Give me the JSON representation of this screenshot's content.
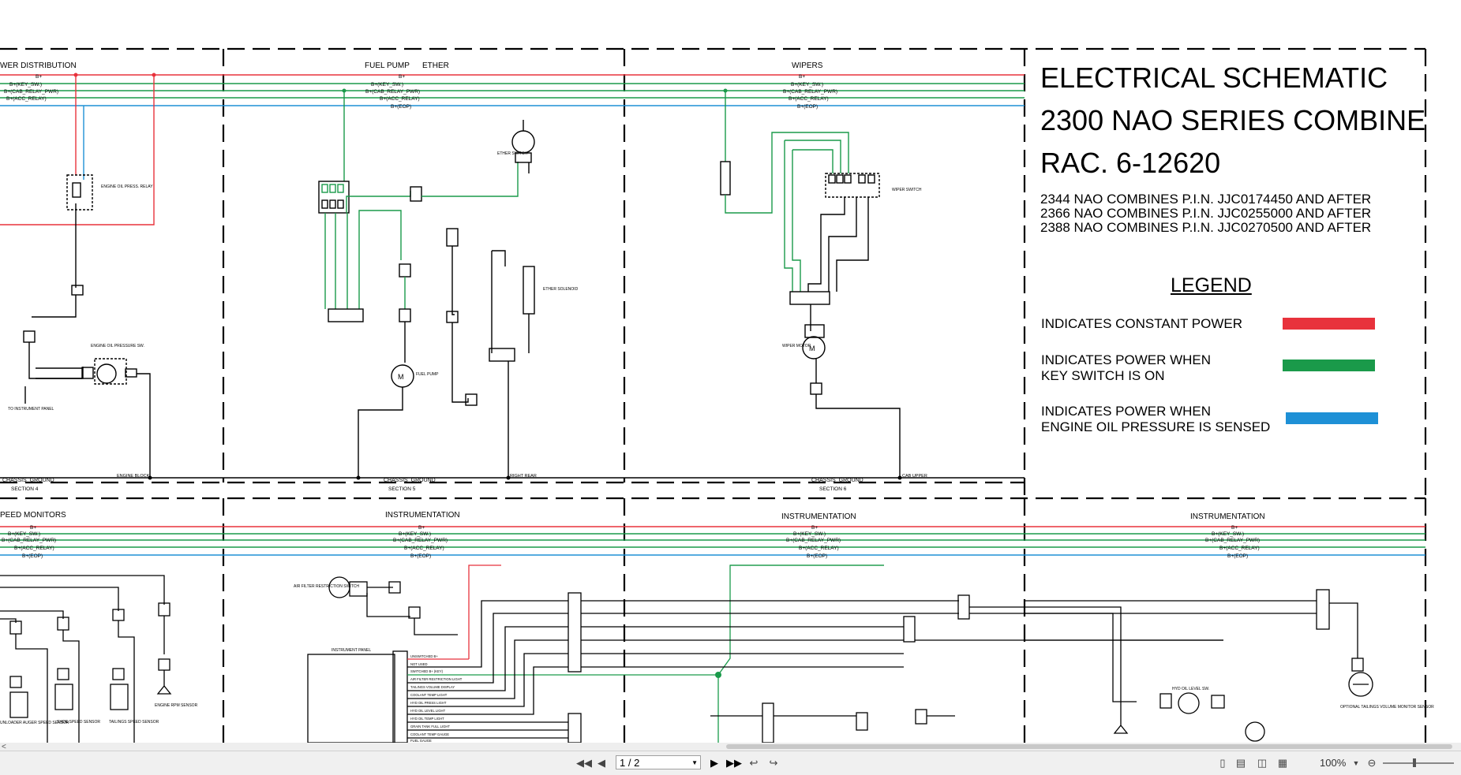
{
  "title_block": {
    "line1": "ELECTRICAL SCHEMATIC",
    "line2": "2300 NAO SERIES COMBINE",
    "line3": "RAC. 6-12620",
    "models": [
      "2344 NAO COMBINES P.I.N. JJC0174450 AND AFTER",
      "2366 NAO COMBINES P.I.N. JJC0255000 AND AFTER",
      "2388 NAO COMBINES P.I.N. JJC0270500 AND AFTER"
    ]
  },
  "legend": {
    "title": "LEGEND",
    "items": [
      {
        "text1": "INDICATES CONSTANT POWER",
        "text2": "",
        "color": "#e8323c"
      },
      {
        "text1": "INDICATES POWER WHEN",
        "text2": "KEY SWITCH IS ON",
        "color": "#1a9a4a"
      },
      {
        "text1": "INDICATES POWER WHEN",
        "text2": "ENGINE OIL PRESSURE IS SENSED",
        "color": "#1e90d6"
      }
    ]
  },
  "colors": {
    "constant": "#e8323c",
    "key": "#1a9a4a",
    "eop": "#1e90d6",
    "wire": "#000000"
  },
  "sections": {
    "top": [
      "WER DISTRIBUTION",
      "FUEL PUMP",
      "ETHER",
      "WIPERS"
    ],
    "bottom": [
      "PEED MONITORS",
      "INSTRUMENTATION",
      "INSTRUMENTATION",
      "INSTRUMENTATION"
    ]
  },
  "bus_labels": [
    "B+",
    "B+(KEY_SW.)",
    "B+(CAB_RELAY_PWR)",
    "B+(ACC_RELAY)",
    "B+(EOP)"
  ],
  "footer_labels": {
    "chassis_ground": "CHASSIS_GROUND",
    "section4": "SECTION 4",
    "section5": "SECTION 5",
    "section6": "SECTION 6",
    "engine_block": "ENGINE BLOCK",
    "right_rear": "RIGHT REAR",
    "cab_upper": "CAB UPPER"
  },
  "components": {
    "engine_oil_relay": "ENGINE OIL PRESS. RELAY",
    "engine_oil_sw": "ENGINE OIL PRESSURE SW.",
    "ether_switch": "ETHER SWITCH",
    "ether_solenoid": "ETHER SOLENOID",
    "fuel_pump": "FUEL PUMP",
    "wiper_switch": "WIPER SWITCH",
    "wiper_motor": "WIPER MOTOR",
    "motor_symbol": "M",
    "air_filter": "AIR FILTER RESTRICTION SWITCH",
    "instrument_panel": "INSTRUMENT PANEL",
    "hyd_oil_level": "HYD OIL LEVEL SW.",
    "tailings_monitor": "OPTIONAL TAILINGS VOLUME MONITOR SENSOR",
    "to_instrument": "TO INSTRUMENT PANEL"
  },
  "instrument_rows": [
    "UNSWITCHED B+",
    "SWITCHED B+ (KEY)",
    "NOT USED",
    "AIR FILTER RESTRICTION LIGHT",
    "TAILINGS VOLUME DISPLAY",
    "COOLANT TEMP LIGHT",
    "HYD OIL PRESS LIGHT",
    "HYD OIL LEVEL LIGHT",
    "HYD OIL TEMP LIGHT",
    "GRAIN TANK FULL LIGHT",
    "COOLANT TEMP GAUGE",
    "FUEL GAUGE"
  ],
  "sensors": [
    "UNLOADER AUGER SPEED SENSOR",
    "SHOE SPEED SENSOR",
    "TAILINGS SPEED SENSOR",
    "ENGINE RPM SENSOR"
  ],
  "toolbar": {
    "page": "1 / 2",
    "zoom": "100%",
    "first_icon": "first-page-icon",
    "prev_icon": "prev-page-icon",
    "next_icon": "next-page-icon",
    "last_icon": "last-page-icon"
  }
}
